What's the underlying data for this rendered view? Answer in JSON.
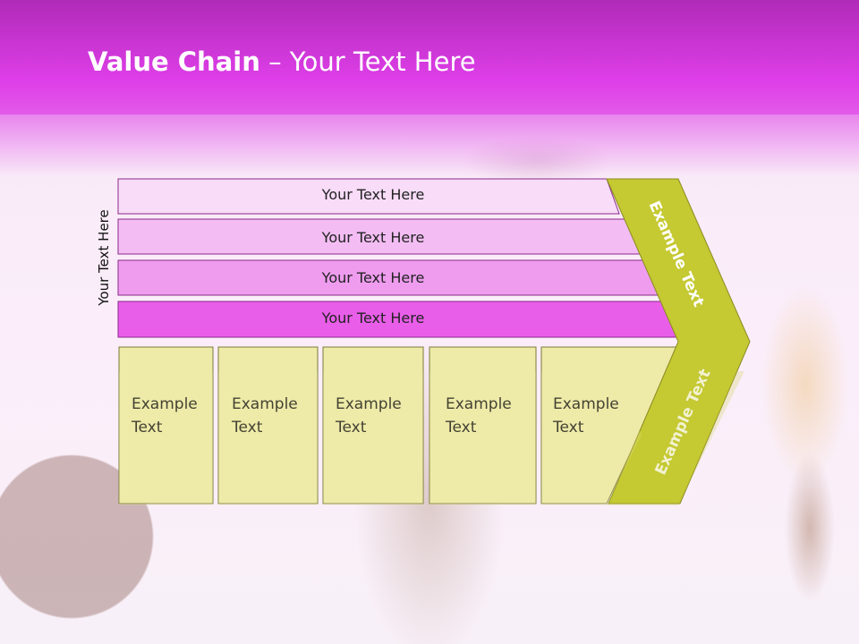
{
  "title": {
    "bold": "Value Chain",
    "rest": " – Your Text Here"
  },
  "side_label": "Your Text Here",
  "bars": [
    {
      "label": "Your Text Here",
      "color": "#f8dcf8"
    },
    {
      "label": "Your Text Here",
      "color": "#f3bdf3"
    },
    {
      "label": "Your Text Here",
      "color": "#ef9cef"
    },
    {
      "label": "Your Text Here",
      "color": "#e95ee9"
    }
  ],
  "boxes": [
    {
      "line1": "Example",
      "line2": "Text"
    },
    {
      "line1": "Example",
      "line2": "Text"
    },
    {
      "line1": "Example",
      "line2": "Text"
    },
    {
      "line1": "Example",
      "line2": "Text"
    },
    {
      "line1": "Example",
      "line2": "Text"
    }
  ],
  "chevron": {
    "upper": "Example Text",
    "lower": "Example Text",
    "color": "#c5c932"
  },
  "colors": {
    "header": "#de3ee8",
    "box_fill": "#eeeaa8",
    "box_stroke": "#7a7a3a",
    "bar_stroke": "#8a2a8a"
  }
}
